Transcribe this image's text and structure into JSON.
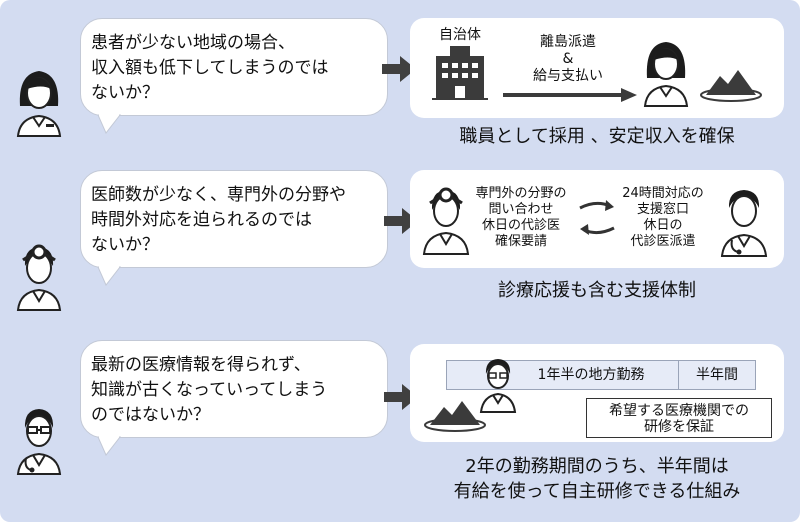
{
  "rows": [
    {
      "concern": "患者が少ない地域の場合、\n収入額も低下してしまうのでは\nないか？",
      "diagram": {
        "org_label": "自治体",
        "arrow_label": "離島派遣\n&\n給与支払い"
      },
      "solution": "職員として採用 、安定収入を確保"
    },
    {
      "concern": "医師数が少なく、専門外の分野や\n時間外対応を迫られるのでは\nないか？",
      "diagram": {
        "left_text": "専門外の分野の\n問い合わせ\n休日の代診医\n確保要請",
        "right_text": "24時間対応の\n支援窓口\n休日の\n代診医派遣"
      },
      "solution": "診療応援も含む支援体制"
    },
    {
      "concern": "最新の医療情報を得られず、\n知識が古くなっていってしまう\nのではないか？",
      "diagram": {
        "bar_main": "1年半の地方勤務",
        "bar_half": "半年間",
        "note": "希望する医療機関での\n研修を保証"
      },
      "solution": "2年の勤務期間のうち、半年間は\n有給を使って自主研修できる仕組み"
    }
  ]
}
